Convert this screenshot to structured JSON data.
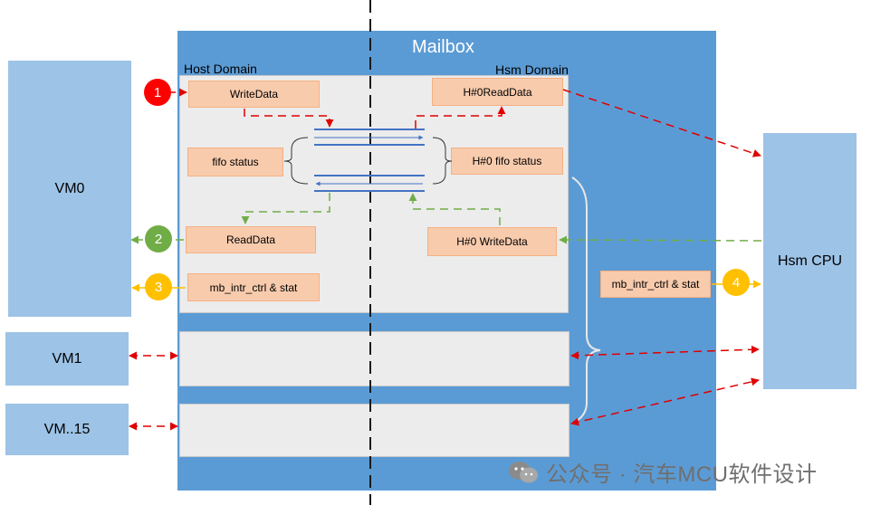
{
  "mailbox": {
    "title": "Mailbox",
    "host_domain_label": "Host Domain",
    "hsm_domain_label": "Hsm Domain"
  },
  "vms": {
    "vm0": "VM0",
    "vm1": "VM1",
    "vm15": "VM..15"
  },
  "hsm_cpu": "Hsm CPU",
  "host_boxes": {
    "write_data": "WriteData",
    "fifo_status": "fifo status",
    "read_data": "ReadData",
    "mb_intr": "mb_intr_ctrl & stat"
  },
  "hsm_boxes": {
    "read_data": "H#0ReadData",
    "fifo_status": "H#0 fifo status",
    "write_data": "H#0 WriteData",
    "mb_intr": "mb_intr_ctrl & stat"
  },
  "badges": [
    "1",
    "2",
    "3",
    "4"
  ],
  "colors": {
    "mailbox": "#5b9bd5",
    "vm": "#9dc3e6",
    "box": "#f8cbad",
    "red": "#e00000",
    "green": "#70ad47",
    "yellow": "#ffc000"
  },
  "watermark": "公众号 · 汽车MCU软件设计"
}
